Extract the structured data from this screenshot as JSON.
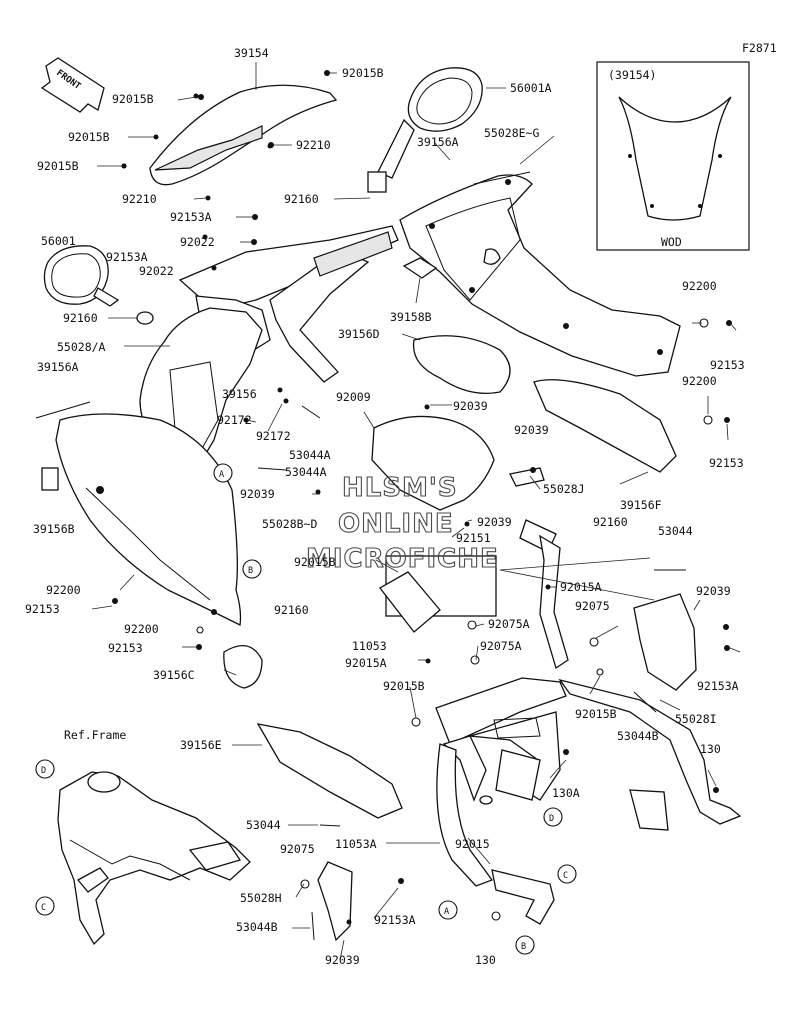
{
  "diagram": {
    "figure_code": "F2871",
    "front_label": "FRONT",
    "watermark": [
      "HLSM'S",
      "ONLINE",
      "MICROFICHE"
    ],
    "inset": {
      "header": "(39154)",
      "caption": "WOD"
    },
    "reference": "Ref.Frame",
    "callouts": [
      "A",
      "B",
      "C",
      "D"
    ],
    "labels": {
      "p39154": "39154",
      "p92015B_1": "92015B",
      "p92015B_2": "92015B",
      "p92015B_3": "92015B",
      "p92015B_4": "92015B",
      "p92015B_5": "92015B",
      "p92015B_6": "92015B",
      "p92015B_7": "92015B",
      "p56001A": "56001A",
      "p55028EG": "55028E~G",
      "p92210_1": "92210",
      "p92210_2": "92210",
      "p39156A_1": "39156A",
      "p39156A_2": "39156A",
      "p92160_1": "92160",
      "p92160_2": "92160",
      "p92160_3": "92160",
      "p92160_4": "92160",
      "p92153A_1": "92153A",
      "p92153A_2": "92153A",
      "p92153A_3": "92153A",
      "p92153A_4": "92153A",
      "p92022_1": "92022",
      "p92022_2": "92022",
      "p56001": "56001",
      "p92200_1": "92200",
      "p92200_2": "92200",
      "p92200_3": "92200",
      "p92200_4": "92200",
      "p39158B": "39158B",
      "p39156D": "39156D",
      "p92153_1": "92153",
      "p92153_2": "92153",
      "p92153_3": "92153",
      "p92153_4": "92153",
      "p55028A": "55028/A",
      "p92009": "92009",
      "p92039_1": "92039",
      "p92039_2": "92039",
      "p92039_3": "92039",
      "p92039_4": "92039",
      "p92039_5": "92039",
      "p92039_6": "92039",
      "p39156": "39156",
      "p92172_1": "92172",
      "p92172_2": "92172",
      "p53044A_1": "53044A",
      "p53044A_2": "53044A",
      "p39156F": "39156F",
      "p55028J": "55028J",
      "p39156B": "39156B",
      "p53044_1": "53044",
      "p53044_2": "53044",
      "p55028BD": "55028B~D",
      "p92151": "92151",
      "p92015A_1": "92015A",
      "p92015A_2": "92015A",
      "p92075_1": "92075",
      "p92075_2": "92075",
      "p92075A_1": "92075A",
      "p92075A_2": "92075A",
      "p11053": "11053",
      "p55028I": "55028I",
      "p53044B_1": "53044B",
      "p53044B_2": "53044B",
      "p39156C": "39156C",
      "p39156E": "39156E",
      "p130_1": "130",
      "p130_2": "130",
      "p130A": "130A",
      "p11053A": "11053A",
      "p92015": "92015",
      "p55028H": "55028H"
    }
  }
}
